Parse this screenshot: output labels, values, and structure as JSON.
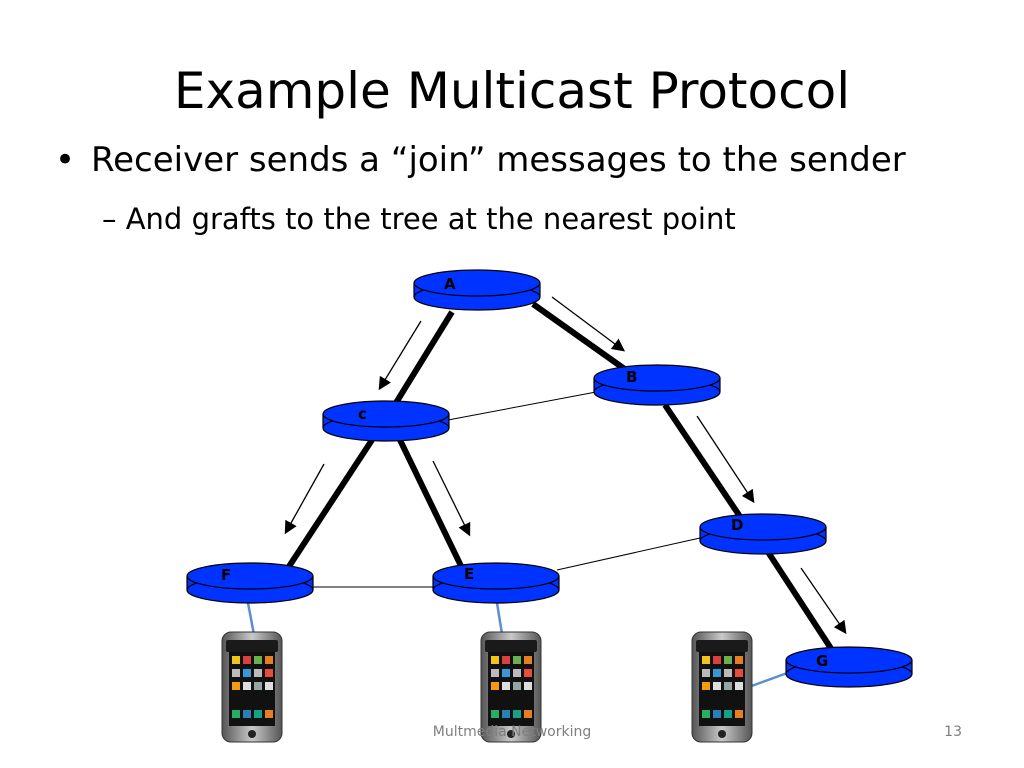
{
  "slide": {
    "title": "Example Multicast Protocol",
    "bullet_marker": "•",
    "bullet1": "Receiver sends a “join” messages to the sender",
    "bullet2": "– And grafts to the tree at the nearest point"
  },
  "diagram": {
    "nodes": [
      "A",
      "B",
      "c",
      "D",
      "E",
      "F",
      "G"
    ],
    "router_color": "#0033ff"
  },
  "footer": {
    "center": "Multmedia Networking",
    "page_number": "13"
  }
}
